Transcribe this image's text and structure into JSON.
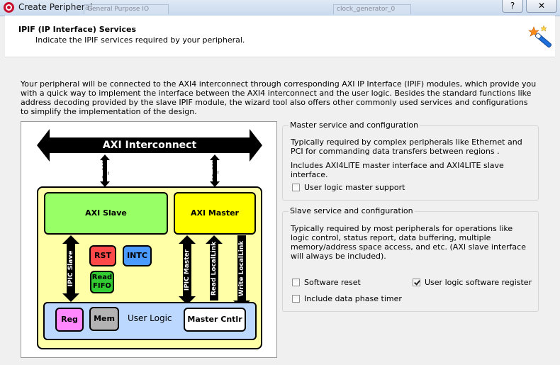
{
  "window": {
    "title": "Create Peripheral",
    "help_label": "?",
    "close_label": "✕",
    "ghost_tabs": [
      "General Purpose IO",
      "clock_generator_0"
    ]
  },
  "header": {
    "title": "IPIF (IP Interface) Services",
    "subtitle": "Indicate the IPIF services required by your peripheral.",
    "icon": "wizard-wand-icon"
  },
  "intro": "Your peripheral will be connected to the AXI4 interconnect through corresponding AXI IP Interface (IPIF) modules, which provide you with a quick way to implement the interface between the AXI4 interconnect and the user logic. Besides the standard functions like address decoding provided by the slave IPIF module, the wizard tool also offers other commonly used services and configurations to simplify the implementation of the design.",
  "diagram": {
    "interconnect": "AXI Interconnect",
    "s_axi": "S_AXI",
    "m_axi": "M_AXI",
    "axi_slave": "AXI Slave",
    "axi_master": "AXI Master",
    "rst": "RST",
    "intc": "INTC",
    "read_fifo": "Read FIFO",
    "ipic_slave": "IPIC Slave",
    "ipic_master": "IPIC Master",
    "read_locallink": "Read LocalLink",
    "write_locallink": "Write LocalLink",
    "reg": "Reg",
    "mem": "Mem",
    "user_logic": "User Logic",
    "master_cntlr": "Master Cntlr",
    "colors": {
      "axi_slave": "#99ff66",
      "axi_master": "#ffff00",
      "rst": "#ff4848",
      "intc": "#4a9aff",
      "read_fifo": "#33cc33",
      "reg": "#ff88ff",
      "mem": "#b3b3b3",
      "user_logic_bar": "#bcd8ff",
      "container": "#ffffa8"
    }
  },
  "master_group": {
    "title": "Master service and configuration",
    "desc": "Typically required by complex peripherals like Ethernet and PCI for commanding data transfers between regions .",
    "includes": "Includes AXI4LITE master interface and AXI4LITE slave interface.",
    "user_logic_master_support": {
      "label": "User logic master support",
      "checked": false
    }
  },
  "slave_group": {
    "title": "Slave service and configuration",
    "desc": "Typically required by most peripherals for operations like logic control, status report, data buffering, multiple memory/address space access, and etc. (AXI slave interface will always be included).",
    "software_reset": {
      "label": "Software reset",
      "checked": false
    },
    "user_logic_software_register": {
      "label": "User logic software register",
      "checked": true
    },
    "include_data_phase_timer": {
      "label": "Include data phase timer",
      "checked": false
    }
  }
}
